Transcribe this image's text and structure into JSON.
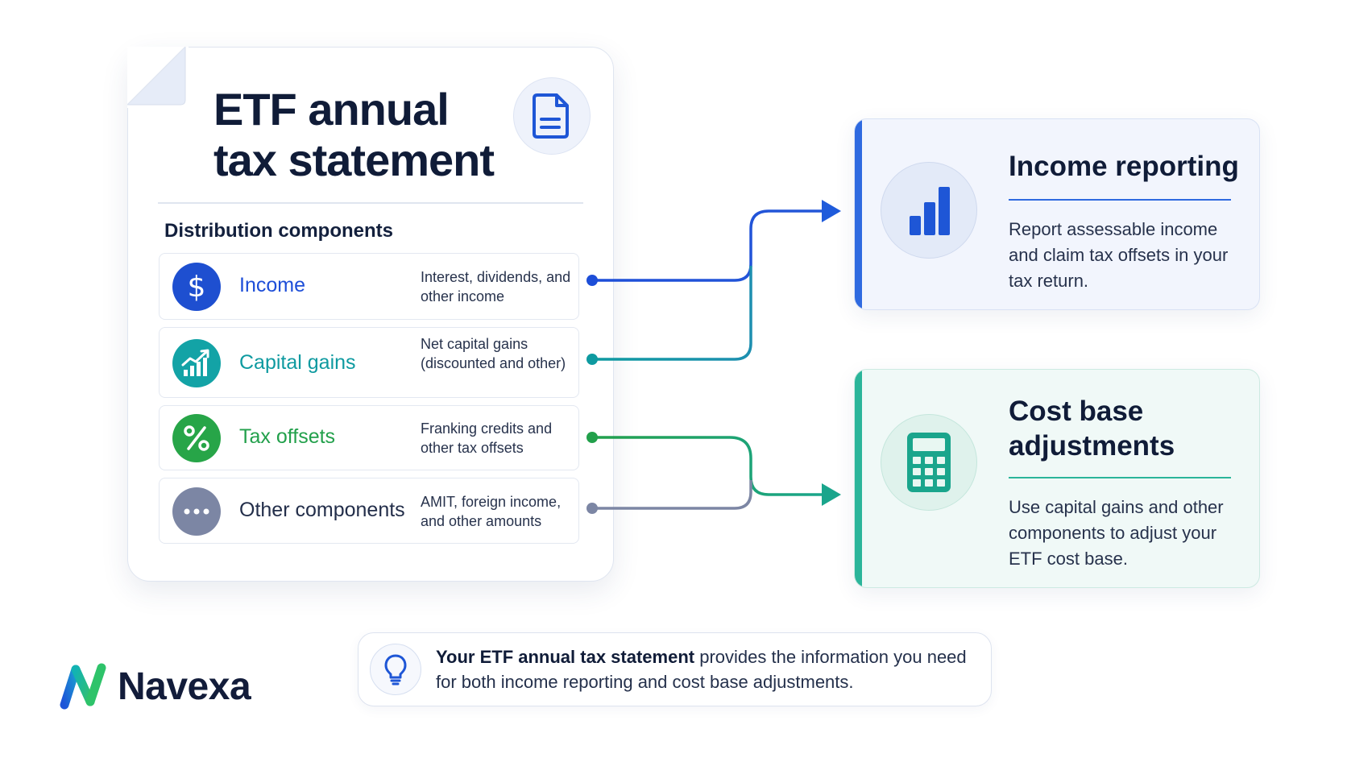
{
  "statement": {
    "title_line1": "ETF annual",
    "title_line2": "tax statement",
    "section_heading": "Distribution components",
    "components": [
      {
        "label": "Income",
        "description": "Interest, dividends, and other income",
        "icon": "dollar-icon",
        "color": "#1d4ed8"
      },
      {
        "label": "Capital gains",
        "description": "Net capital gains (discounted and other)",
        "icon": "growth-chart-icon",
        "color": "#0e9aa0"
      },
      {
        "label": "Tax offsets",
        "description": "Franking credits and other tax offsets",
        "icon": "percent-icon",
        "color": "#22a04b"
      },
      {
        "label": "Other components",
        "description": "AMIT, foreign income, and other amounts",
        "icon": "more-dots-icon",
        "color": "#7c86a4"
      }
    ]
  },
  "outcomes": {
    "income_reporting": {
      "title": "Income reporting",
      "description": "Report assessable income and claim tax offsets in your tax return.",
      "icon": "bar-chart-icon",
      "accent": "#2f6ae0"
    },
    "cost_base": {
      "title_line1": "Cost base",
      "title_line2": "adjustments",
      "description": "Use capital gains and other components to adjust your ETF cost base.",
      "icon": "calculator-icon",
      "accent": "#2bb59a"
    }
  },
  "note": {
    "bold": "Your ETF annual tax statement",
    "rest": " provides the information you need for both income reporting and cost base adjustments.",
    "icon": "lightbulb-icon"
  },
  "brand": {
    "name": "Navexa",
    "icon": "navexa-logo-icon"
  }
}
